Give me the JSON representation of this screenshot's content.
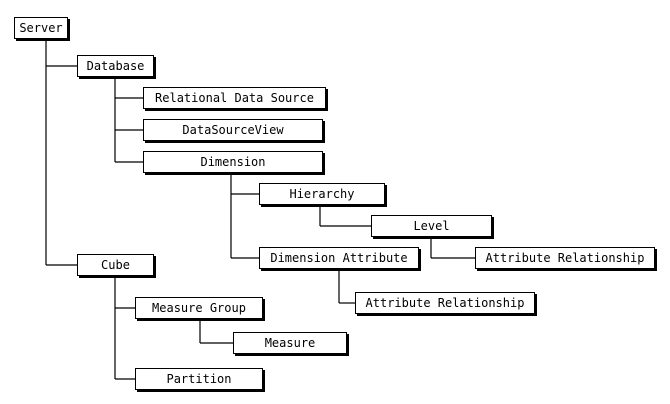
{
  "diagram": {
    "type": "hierarchy-tree",
    "nodes": [
      {
        "id": "server",
        "label": "Server",
        "parent": null
      },
      {
        "id": "database",
        "label": "Database",
        "parent": "server"
      },
      {
        "id": "relational-data-source",
        "label": "Relational Data Source",
        "parent": "database"
      },
      {
        "id": "data-source-view",
        "label": "DataSourceView",
        "parent": "database"
      },
      {
        "id": "dimension",
        "label": "Dimension",
        "parent": "database"
      },
      {
        "id": "hierarchy",
        "label": "Hierarchy",
        "parent": "dimension"
      },
      {
        "id": "level",
        "label": "Level",
        "parent": "hierarchy"
      },
      {
        "id": "level-attribute-relationship",
        "label": "Attribute Relationship",
        "parent": "level"
      },
      {
        "id": "dimension-attribute",
        "label": "Dimension Attribute",
        "parent": "dimension"
      },
      {
        "id": "attribute-relationship",
        "label": "Attribute Relationship",
        "parent": "dimension-attribute"
      },
      {
        "id": "cube",
        "label": "Cube",
        "parent": "server"
      },
      {
        "id": "measure-group",
        "label": "Measure Group",
        "parent": "cube"
      },
      {
        "id": "measure",
        "label": "Measure",
        "parent": "measure-group"
      },
      {
        "id": "partition",
        "label": "Partition",
        "parent": "cube"
      }
    ]
  }
}
